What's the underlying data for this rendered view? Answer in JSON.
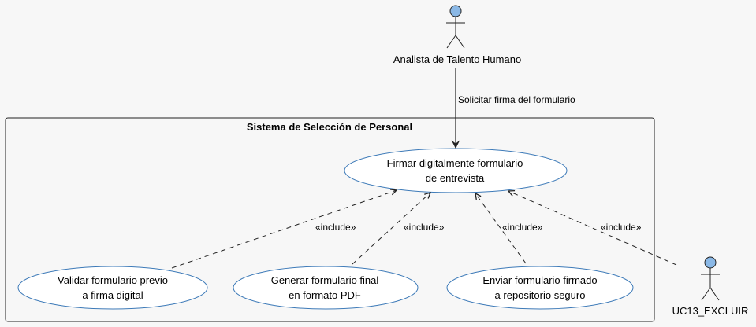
{
  "system": {
    "title": "Sistema de Selección de Personal"
  },
  "actors": {
    "primary": {
      "name": "Analista de Talento Humano"
    },
    "secondary": {
      "name": "UC13_EXCLUIR"
    }
  },
  "association": {
    "label": "Solicitar firma del formulario"
  },
  "use_cases": {
    "main": {
      "line1": "Firmar digitalmente formulario",
      "line2": "de entrevista"
    },
    "validar": {
      "line1": "Validar formulario previo",
      "line2": "a firma digital"
    },
    "generar": {
      "line1": "Generar formulario final",
      "line2": "en formato PDF"
    },
    "enviar": {
      "line1": "Enviar formulario firmado",
      "line2": "a repositorio seguro"
    }
  },
  "relations": {
    "include_1": "«include»",
    "include_2": "«include»",
    "include_3": "«include»",
    "include_4": "«include»"
  },
  "colors": {
    "usecase_fill": "#ffffff",
    "usecase_stroke": "#3d7ab8",
    "actor_head_fill": "#8ab8e6",
    "line": "#222222",
    "background": "#f7f7f7"
  }
}
